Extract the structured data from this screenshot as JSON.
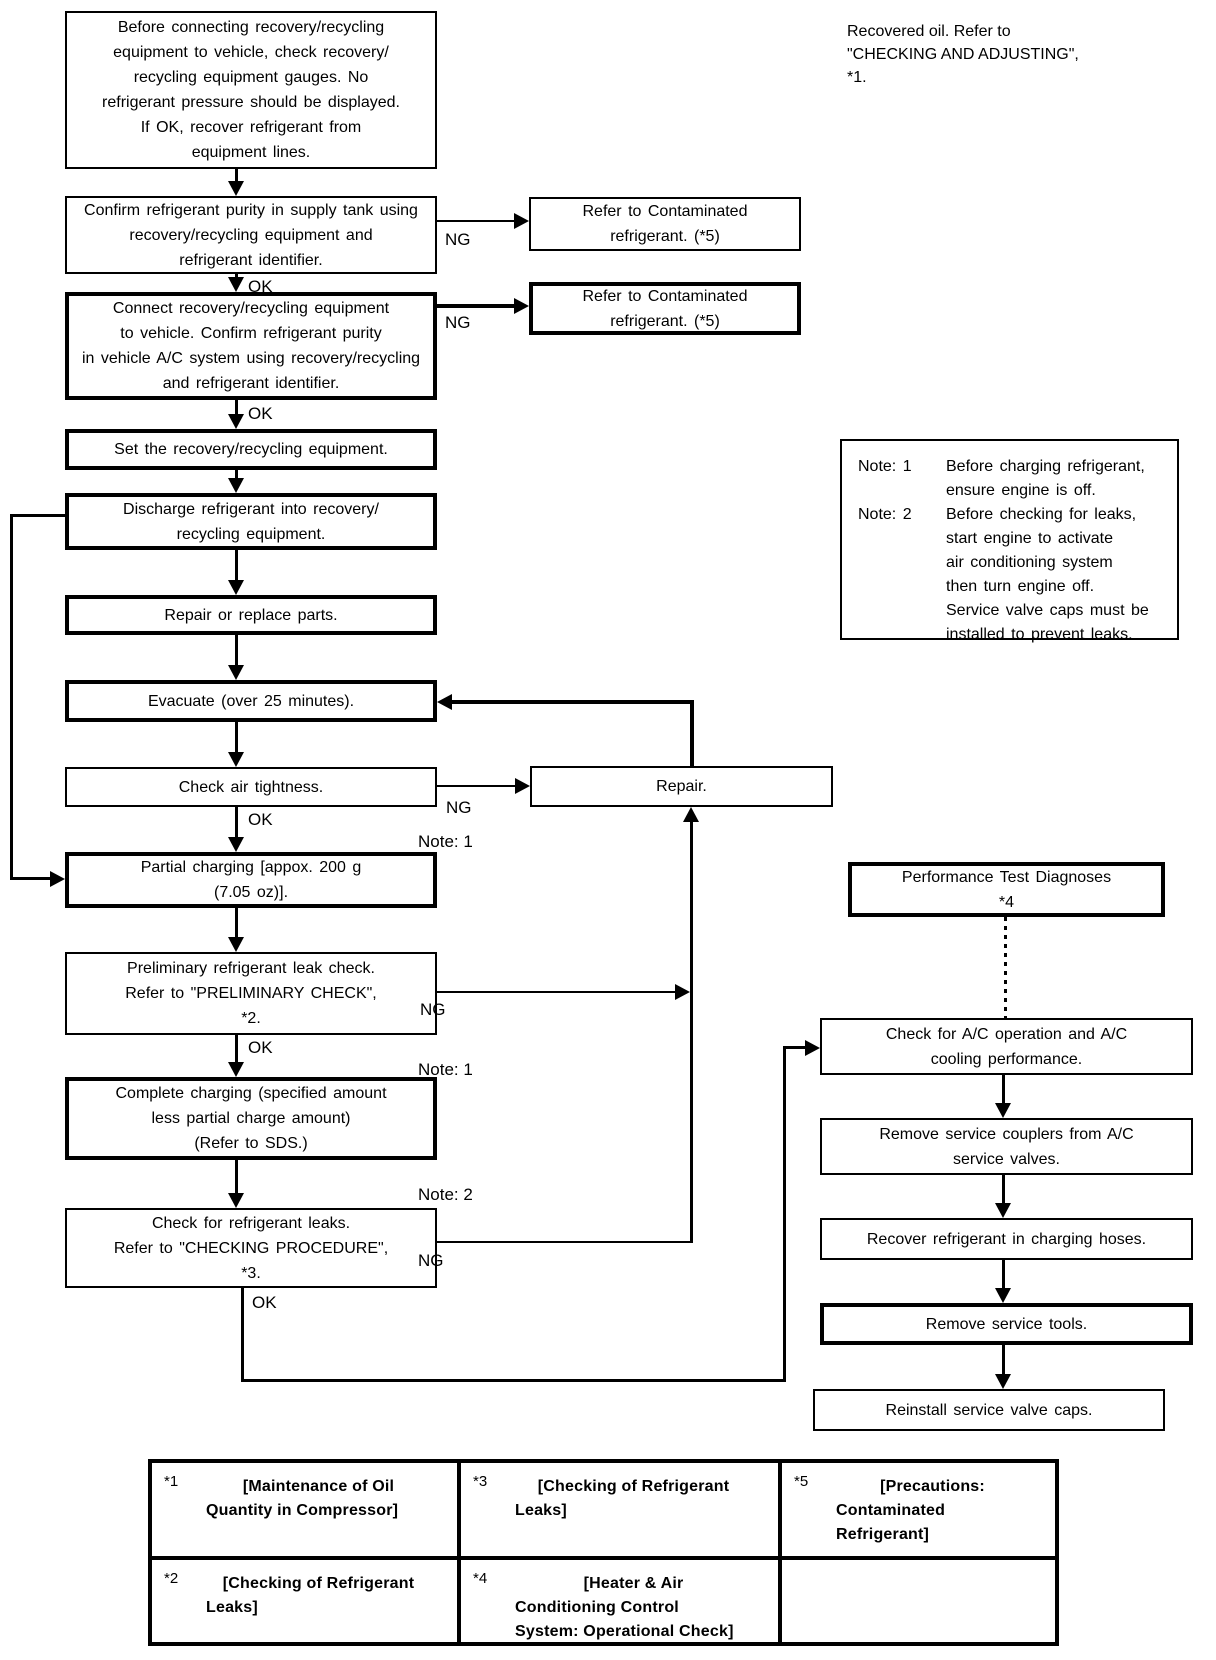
{
  "colors": {
    "ink": "#000000",
    "background": "#ffffff"
  },
  "labels": {
    "ok": "OK",
    "ng": "NG",
    "note_1": "Note: 1",
    "note_2": "Note: 2"
  },
  "annotations": {
    "recovered_oil": "Recovered oil. Refer to\n\"CHECKING AND ADJUSTING\",\n*1."
  },
  "boxes": {
    "precheck_equipment": "Before connecting recovery/recycling\nequipment to vehicle, check recovery/\nrecycling equipment gauges. No\nrefrigerant pressure should be displayed.\nIf OK, recover refrigerant from\nequipment lines.",
    "confirm_purity_supply_tank": "Confirm refrigerant purity in supply tank using\nrecovery/recycling equipment and\nrefrigerant identifier.",
    "refer_contaminated_1": "Refer to Contaminated\nrefrigerant. (*5)",
    "refer_contaminated_2": "Refer to Contaminated\nrefrigerant. (*5)",
    "connect_equipment": "Connect recovery/recycling equipment\nto vehicle. Confirm refrigerant purity\nin vehicle A/C system using recovery/recycling\nand refrigerant identifier.",
    "set_equipment": "Set the recovery/recycling equipment.",
    "discharge_refrigerant": "Discharge refrigerant into recovery/\nrecycling equipment.",
    "repair_replace_parts": "Repair or replace parts.",
    "evacuate": "Evacuate (over 25 minutes).",
    "check_air_tightness": "Check air tightness.",
    "repair": "Repair.",
    "partial_charging": "Partial charging [appox. 200 g\n(7.05 oz)].",
    "preliminary_leak_check": "Preliminary refrigerant leak check.\nRefer to \"PRELIMINARY CHECK\",\n*2.",
    "complete_charging": "Complete charging (specified amount\nless partial charge amount)\n(Refer to SDS.)",
    "check_refrigerant_leaks": "Check for refrigerant leaks.\nRefer to \"CHECKING PROCEDURE\",\n*3.",
    "performance_test": "Performance Test Diagnoses\n*4",
    "check_ac_operation": "Check for A/C operation and A/C\ncooling performance.",
    "remove_couplers": "Remove service couplers from A/C\nservice valves.",
    "recover_hoses": "Recover refrigerant in charging hoses.",
    "remove_tools": "Remove service tools.",
    "reinstall_caps": "Reinstall service valve caps."
  },
  "notes": {
    "entries": [
      {
        "label": "Note: 1",
        "text": "Before charging refrigerant,\nensure engine is off."
      },
      {
        "label": "Note: 2",
        "text": "Before checking for leaks,\nstart engine to activate\nair conditioning system\nthen turn engine off.\nService valve caps must be\ninstalled to prevent leaks."
      }
    ]
  },
  "reference_table": {
    "cells": [
      {
        "marker": "*1",
        "lines": "[Maintenance of Oil\nQuantity in Compressor]"
      },
      {
        "marker": "*3",
        "lines": "[Checking of Refrigerant\nLeaks]"
      },
      {
        "marker": "*5",
        "lines": "[Precautions:\nContaminated\nRefrigerant]"
      },
      {
        "marker": "*2",
        "lines": "[Checking of Refrigerant\nLeaks]"
      },
      {
        "marker": "*4",
        "lines": "[Heater & Air\nConditioning Control\nSystem: Operational Check]"
      },
      {
        "marker": "",
        "lines": ""
      }
    ]
  }
}
